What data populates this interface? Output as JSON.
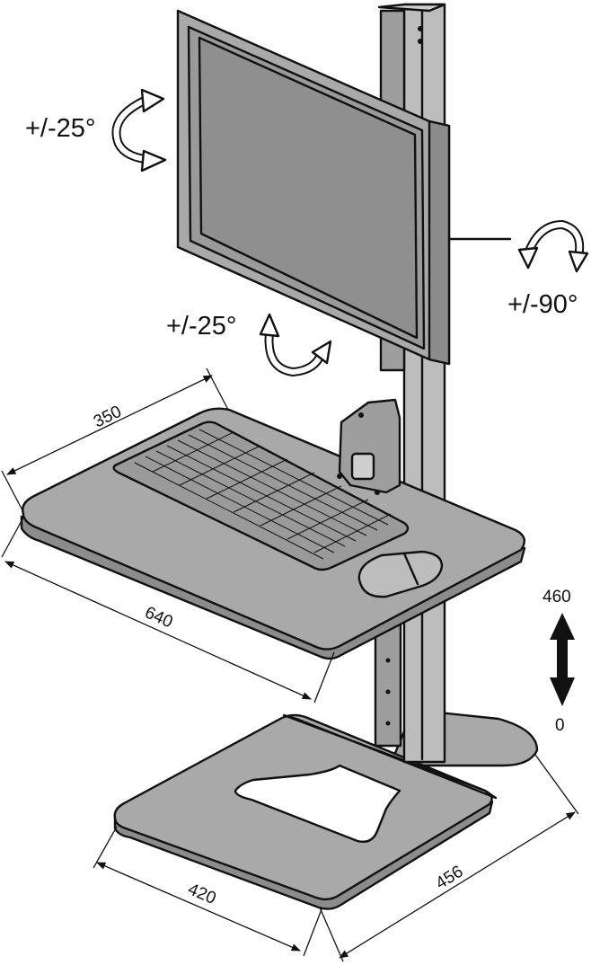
{
  "labels": {
    "monitor_tilt": "+/-25°",
    "monitor_rotate": "+/-90°",
    "monitor_swivel": "+/-25°",
    "height_max": "460",
    "height_min": "0"
  },
  "dimensions": {
    "keyboard_tray_depth": "350",
    "keyboard_tray_width": "640",
    "base_width": "420",
    "base_depth": "456"
  },
  "colors": {
    "surface": "#a9a9a9",
    "surface_dark": "#8c8c8c",
    "outline": "#111111",
    "background": "#ffffff"
  }
}
